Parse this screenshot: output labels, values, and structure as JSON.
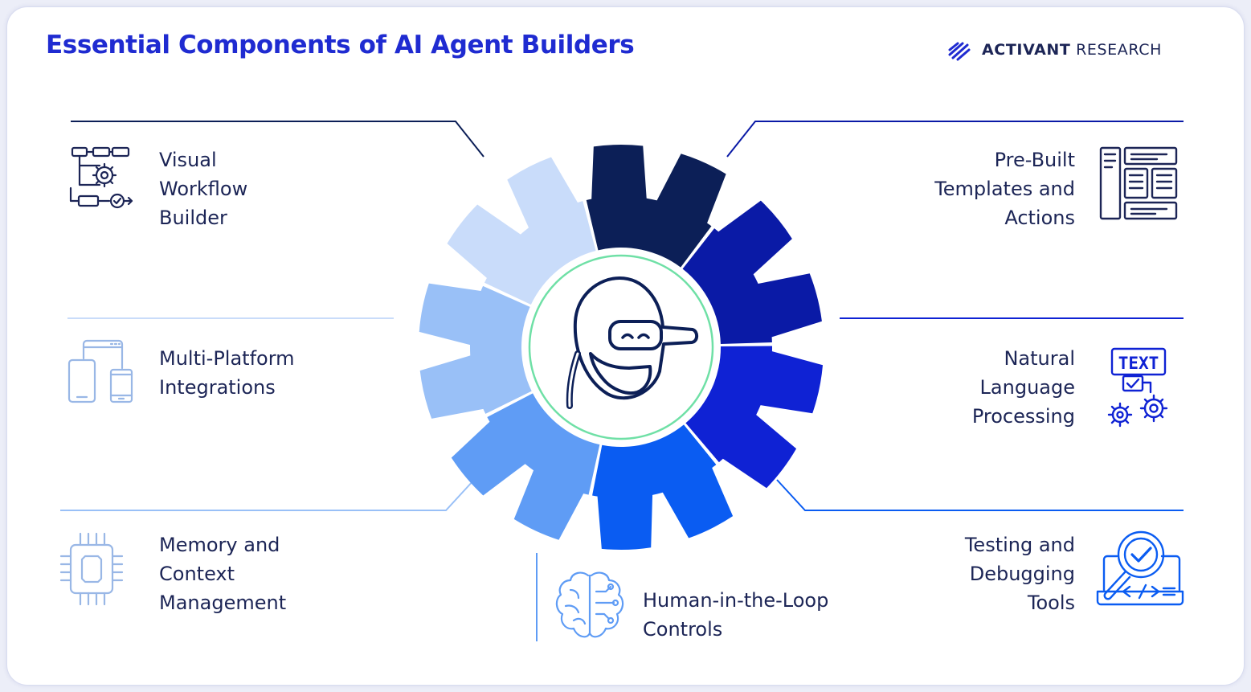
{
  "title": "Essential Components of AI Agent Builders",
  "brand": {
    "name_bold": "ACTIVANT",
    "name_light": "RESEARCH"
  },
  "components": {
    "visual_workflow": [
      "Visual",
      "Workflow",
      "Builder"
    ],
    "multi_platform": [
      "Multi-Platform",
      "Integrations"
    ],
    "memory_context": [
      "Memory and",
      "Context",
      "Management"
    ],
    "human_loop": [
      "Human-in-the-Loop",
      "Controls"
    ],
    "prebuilt_templates": [
      "Pre-Built",
      "Templates and",
      "Actions"
    ],
    "nlp": [
      "Natural",
      "Language",
      "Processing"
    ],
    "testing_debugging": [
      "Testing and",
      "Debugging",
      "Tools"
    ]
  },
  "icons": {
    "visual_workflow": "workflow-icon",
    "multi_platform": "devices-icon",
    "memory_context": "chip-icon",
    "human_loop": "brain-icon",
    "prebuilt_templates": "templates-icon",
    "nlp": "text-gears-icon",
    "testing_debugging": "debug-icon",
    "center": "robot-icon"
  },
  "nlp_icon_text": "TEXT",
  "colors": {
    "title": "#1f2bd1",
    "gear_segments": [
      "#0c1f57",
      "#0a1aa6",
      "#0f22d4",
      "#0a5cf2",
      "#5f9cf5",
      "#99c0f7",
      "#c9dcfa"
    ],
    "inner_ring": "#6fe0a6",
    "line_dark": "#0c1f57",
    "line_light": "#b9cdf0"
  }
}
